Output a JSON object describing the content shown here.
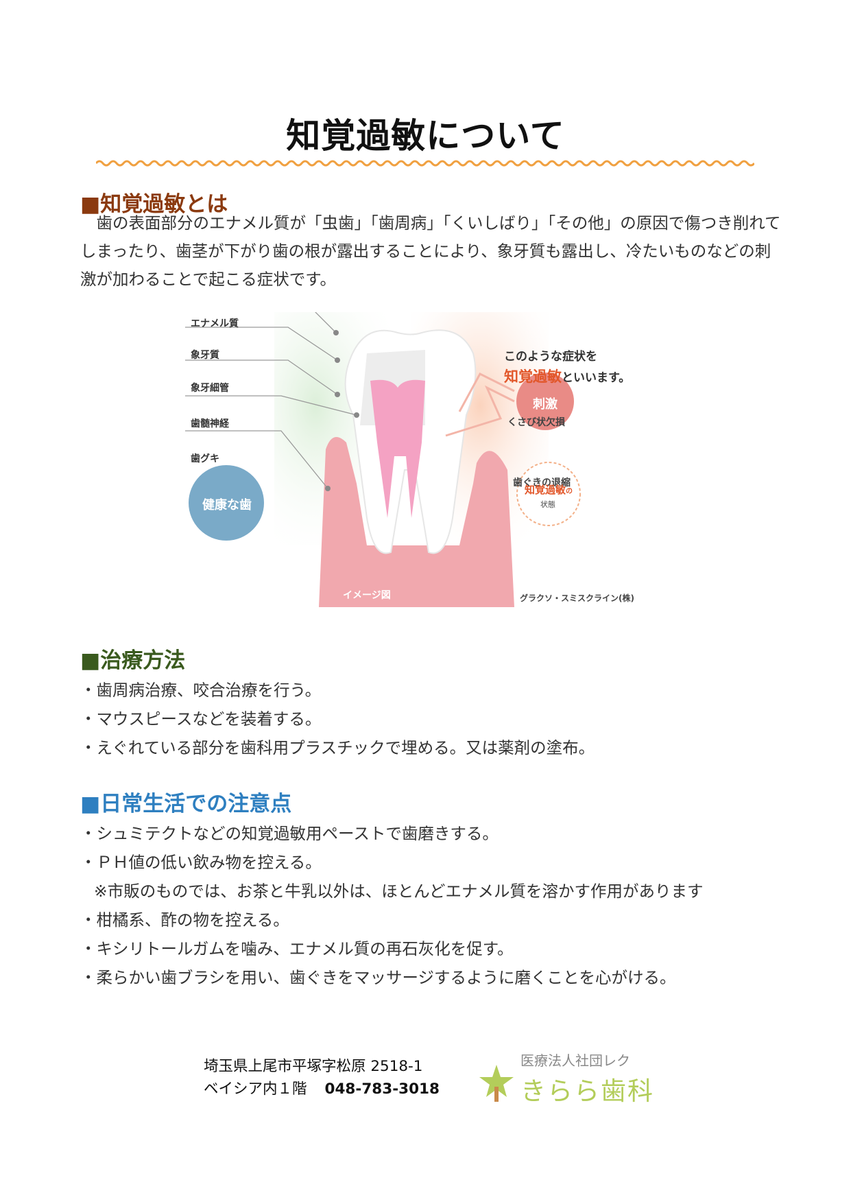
{
  "title": "知覚過敏について",
  "section1": {
    "heading": "■知覚過敏とは",
    "body": "　歯の表面部分のエナメル質が「虫歯」「歯周病」「くいしばり」「その他」の原因で傷つき削れてしまったり、歯茎が下がり歯の根が露出することにより、象牙質も露出し、冷たいものなどの刺激が加わることで起こる症状です。"
  },
  "figure": {
    "labels": [
      "エナメル質",
      "象牙質",
      "象牙細管",
      "歯髄神経",
      "歯グキ"
    ],
    "healthy": "健康な歯",
    "image_note": "イメージ図",
    "symptom_line1": "このような症状を",
    "symptom_highlight": "知覚過敏",
    "symptom_line2": "といいます。",
    "wedge": "くさび状欠損",
    "stimulus": "刺激",
    "gum_recession": "歯ぐきの退縮",
    "state_highlight": "知覚過敏",
    "state_no": "の",
    "state_label": "状態",
    "credit": "グラクソ・スミスクライン(株)"
  },
  "section2": {
    "heading": "■治療方法",
    "items": [
      "・歯周病治療、咬合治療を行う。",
      "・マウスピースなどを装着する。",
      "・えぐれている部分を歯科用プラスチックで埋める。又は薬剤の塗布。"
    ]
  },
  "section3": {
    "heading": "■日常生活での注意点",
    "items": [
      "・シュミテクトなどの知覚過敏用ペーストで歯磨きする。",
      "・ＰＨ値の低い飲み物を控える。",
      "※市販のものでは、お茶と牛乳以外は、ほとんどエナメル質を溶かす作用があります",
      "・柑橘系、酢の物を控える。",
      "・キシリトールガムを噛み、エナメル質の再石灰化を促す。",
      "・柔らかい歯ブラシを用い、歯ぐきをマッサージするように磨くことを心がける。"
    ]
  },
  "footer": {
    "address": "埼玉県上尾市平塚字松原 2518-1",
    "building": "ベイシア内１階",
    "tel": "048-783-3018",
    "corp": "医療法人社団レク",
    "clinic": "きらら歯科"
  },
  "colors": {
    "section1": "#8b3a0f",
    "section2": "#3a5a1e",
    "section3": "#2e7fc0",
    "wave": "#f0a040",
    "highlight": "#e2572a",
    "logo": "#b3cd5a"
  }
}
